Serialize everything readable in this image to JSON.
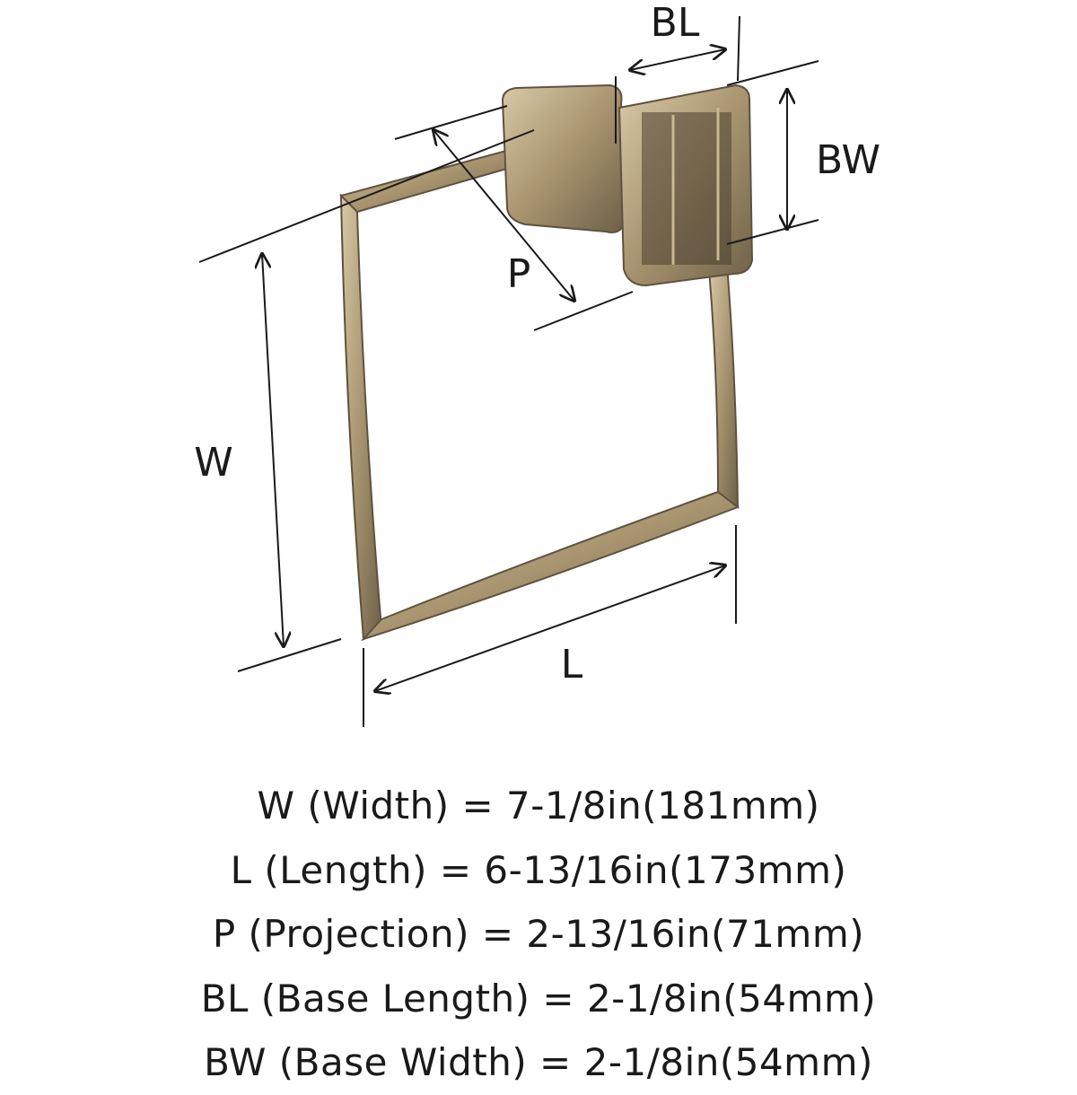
{
  "labels": {
    "bl": "BL",
    "bw": "BW",
    "p": "P",
    "w": "W",
    "l": "L"
  },
  "colors": {
    "finish": "#b9a481",
    "finish_dark": "#6e6048",
    "line": "#1a1a1a"
  },
  "specs": [
    "W (Width) = 7-1/8in(181mm)",
    "L (Length) = 6-13/16in(173mm)",
    "P (Projection) = 2-13/16in(71mm)",
    "BL (Base Length) = 2-1/8in(54mm)",
    "BW (Base Width) = 2-1/8in(54mm)"
  ]
}
